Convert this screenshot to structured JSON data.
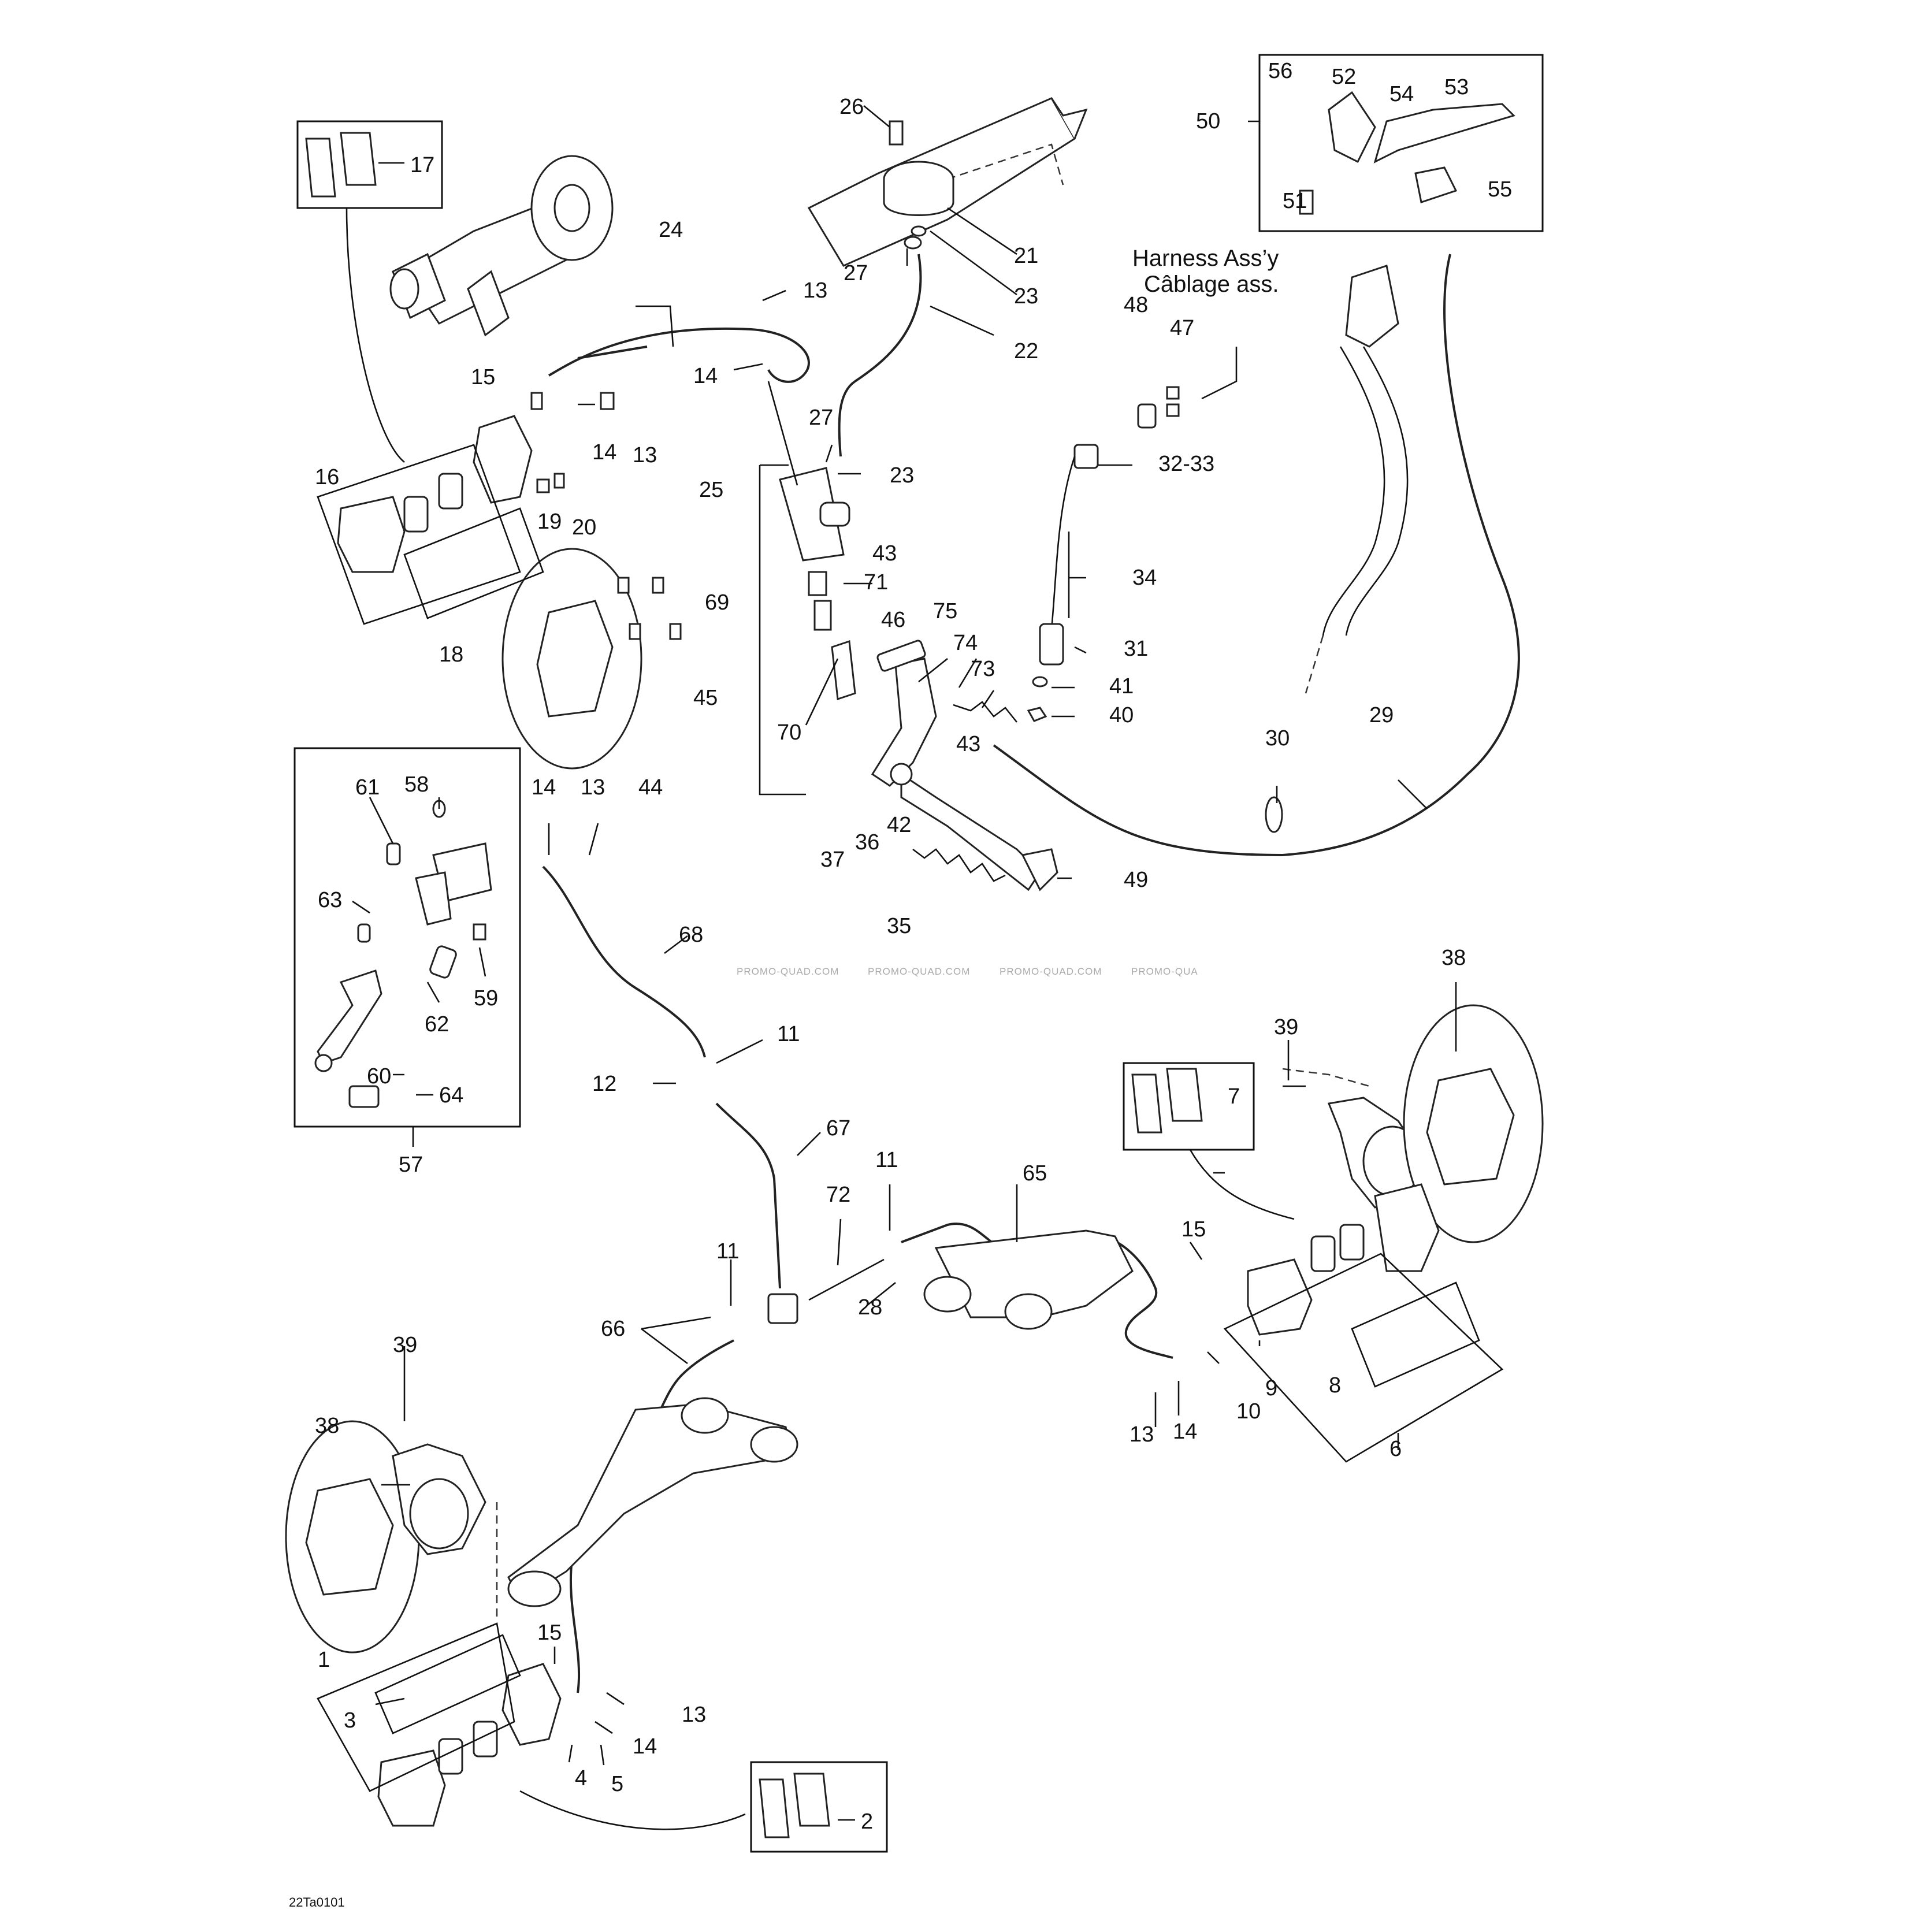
{
  "reference": "22Ta0101",
  "watermark": [
    "PROMO-QUAD.COM",
    "PROMO-QUAD.COM",
    "PROMO-QUAD.COM",
    "PROMO-QUA"
  ],
  "harness": {
    "line1": "Harness Ass’y",
    "line2": "Câblage ass."
  },
  "labels": {
    "p1": "1",
    "p2": "2",
    "p3": "3",
    "p4": "4",
    "p5": "5",
    "p6": "6",
    "p7": "7",
    "p8": "8",
    "p9": "9",
    "p10": "10",
    "p11a": "11",
    "p11b": "11",
    "p11c": "11",
    "p12": "12",
    "p13a": "13",
    "p13b": "13",
    "p13c": "13",
    "p13d": "13",
    "p13e": "13",
    "p14a": "14",
    "p14b": "14",
    "p14c": "14",
    "p14d": "14",
    "p14e": "14",
    "p15a": "15",
    "p15b": "15",
    "p15c": "15",
    "p16": "16",
    "p17": "17",
    "p18": "18",
    "p19": "19",
    "p20": "20",
    "p21": "21",
    "p22": "22",
    "p23a": "23",
    "p23b": "23",
    "p24": "24",
    "p25": "25",
    "p26": "26",
    "p27a": "27",
    "p27b": "27",
    "p28": "28",
    "p29": "29",
    "p30": "30",
    "p31": "31",
    "p3233": "32-33",
    "p34": "34",
    "p35": "35",
    "p36": "36",
    "p37": "37",
    "p38a": "38",
    "p38b": "38",
    "p39a": "39",
    "p39b": "39",
    "p40": "40",
    "p41": "41",
    "p42": "42",
    "p43a": "43",
    "p43b": "43",
    "p44": "44",
    "p45": "45",
    "p46": "46",
    "p47": "47",
    "p48": "48",
    "p49": "49",
    "p50": "50",
    "p51": "51",
    "p52": "52",
    "p53": "53",
    "p54": "54",
    "p55": "55",
    "p56": "56",
    "p57": "57",
    "p58": "58",
    "p59": "59",
    "p60": "60",
    "p61": "61",
    "p62": "62",
    "p63": "63",
    "p64": "64",
    "p65": "65",
    "p66": "66",
    "p67": "67",
    "p68": "68",
    "p69": "69",
    "p70": "70",
    "p71": "71",
    "p72": "72",
    "p73": "73",
    "p74": "74",
    "p75": "75"
  }
}
